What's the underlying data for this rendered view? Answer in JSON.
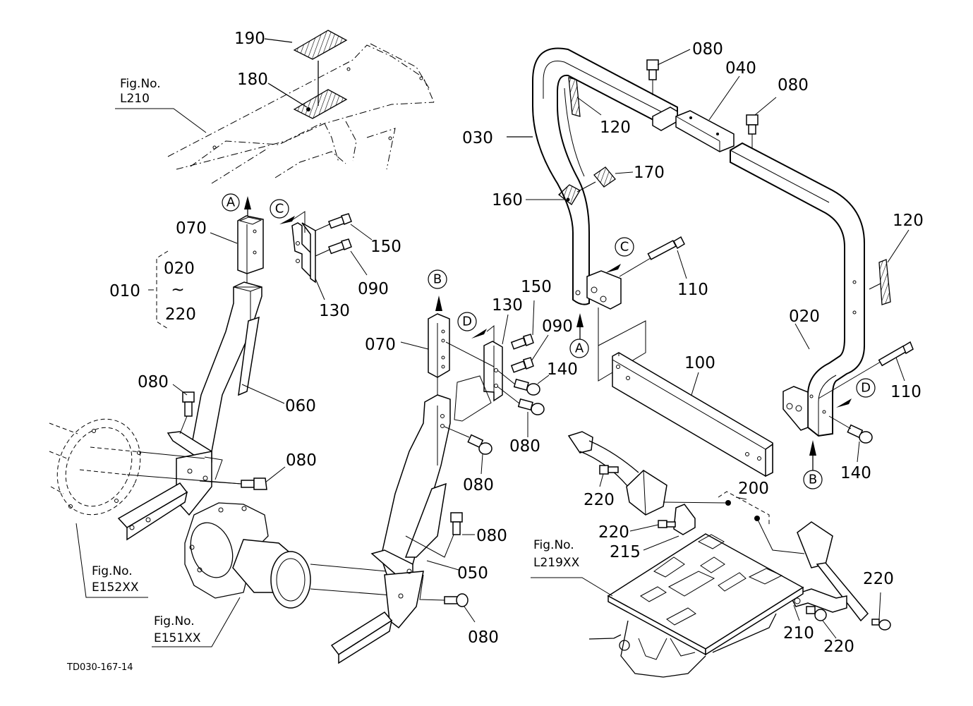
{
  "diagram": {
    "type": "exploded parts diagram",
    "drawing_code": "TD030-167-14",
    "figure_refs": [
      {
        "id": "fig-l210",
        "line1": "Fig.No.",
        "line2": "L210"
      },
      {
        "id": "fig-e152xx",
        "line1": "Fig.No.",
        "line2": "E152XX"
      },
      {
        "id": "fig-e151xx",
        "line1": "Fig.No.",
        "line2": "E151XX"
      },
      {
        "id": "fig-l219xx",
        "line1": "Fig.No.",
        "line2": "L219XX"
      }
    ],
    "assembly_group": {
      "label": "010",
      "range_start": "020",
      "range_sep": "~",
      "range_end": "220"
    },
    "reference_markers": [
      "A",
      "B",
      "C",
      "D"
    ],
    "part_labels": {
      "p190": "190",
      "p180": "180",
      "p070_left": "070",
      "p150_left": "150",
      "p090_left": "090",
      "p130_left": "130",
      "p080_left_upper": "080",
      "p060": "060",
      "p080_left_lower": "080",
      "p070_mid": "070",
      "p130_mid": "130",
      "p150_mid": "150",
      "p090_mid": "090",
      "p140_mid": "140",
      "p080_mid_a": "080",
      "p080_mid_b": "080",
      "p080_mid_c": "080",
      "p050": "050",
      "p080_mid_d": "080",
      "p030": "030",
      "p080_top_a": "080",
      "p040": "040",
      "p080_top_b": "080",
      "p120_left": "120",
      "p170": "170",
      "p160": "160",
      "p110_left": "110",
      "p120_right": "120",
      "p020": "020",
      "p100": "100",
      "p110_right": "110",
      "p140_right": "140",
      "p200": "200",
      "p220_a": "220",
      "p220_b": "220",
      "p215": "215",
      "p220_c": "220",
      "p210": "210",
      "p220_d": "220"
    }
  }
}
